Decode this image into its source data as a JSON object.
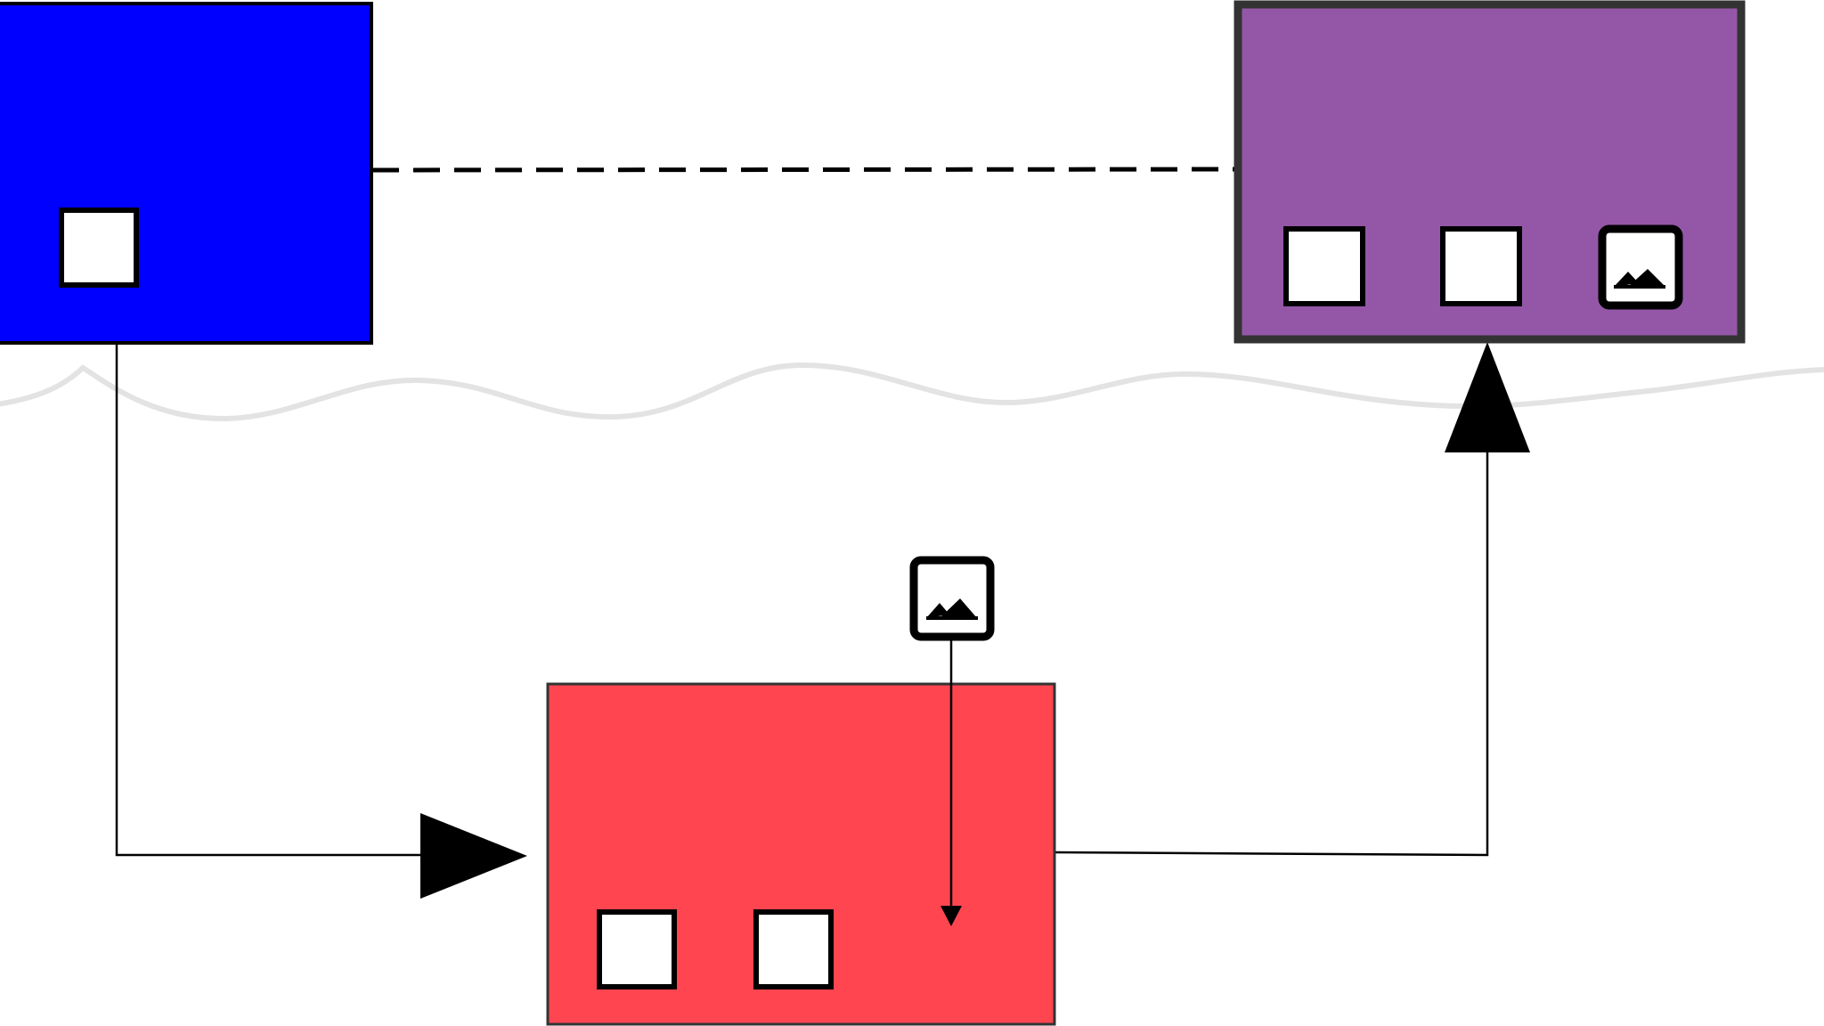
{
  "diagram": {
    "background_color": "#ffffff",
    "nodes": [
      {
        "id": "blue-block",
        "fill": "#0000ff",
        "border": "#000000",
        "slots": [
          {
            "kind": "empty-square"
          }
        ]
      },
      {
        "id": "purple-block",
        "fill": "#9457a8",
        "border": "#333333",
        "slots": [
          {
            "kind": "empty-square"
          },
          {
            "kind": "empty-square"
          },
          {
            "kind": "image-icon"
          }
        ]
      },
      {
        "id": "red-block",
        "fill": "#ff4650",
        "border": "#333333",
        "slots": [
          {
            "kind": "empty-square"
          },
          {
            "kind": "empty-square"
          }
        ]
      }
    ],
    "floating_icons": [
      {
        "kind": "image-icon",
        "connects_to": "red-block"
      }
    ],
    "edges": [
      {
        "from": "blue-block",
        "to": "purple-block",
        "style": "dashed",
        "arrowhead": "none"
      },
      {
        "from": "blue-block",
        "to": "red-block",
        "style": "solid",
        "arrowhead": "large-filled"
      },
      {
        "from": "red-block",
        "to": "purple-block",
        "style": "solid",
        "arrowhead": "large-filled"
      },
      {
        "from": "image-icon",
        "to": "red-block",
        "style": "solid",
        "arrowhead": "small-filled"
      }
    ],
    "decorations": [
      {
        "kind": "wavy-separator-line",
        "color": "#e3e3e3"
      }
    ]
  }
}
